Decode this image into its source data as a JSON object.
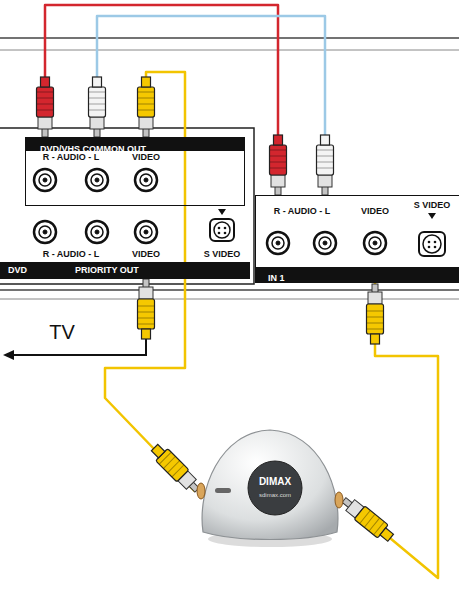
{
  "diagram": {
    "nodes": [
      {
        "text": [
          "DVD/VHS COMMON OUT"
        ]
      },
      {
        "text": [
          "DVD",
          "PRIORITY OUT"
        ]
      },
      {
        "text": [
          "IN 1"
        ]
      },
      {
        "text": [
          "DIMAX",
          "sdimax.com"
        ]
      }
    ],
    "edges": [
      {
        "from": 0,
        "to": 2,
        "arrow": "none"
      },
      {
        "from": 0,
        "to": 2,
        "arrow": "none"
      },
      {
        "from": 0,
        "to": 3,
        "arrow": "none"
      },
      {
        "from": 3,
        "to": 2,
        "arrow": "none"
      }
    ],
    "labels": [
      "R - AUDIO - L",
      "VIDEO",
      "R - AUDIO - L",
      "VIDEO",
      "S VIDEO",
      "TV",
      "R - AUDIO - L",
      "VIDEO",
      "S VIDEO"
    ]
  }
}
